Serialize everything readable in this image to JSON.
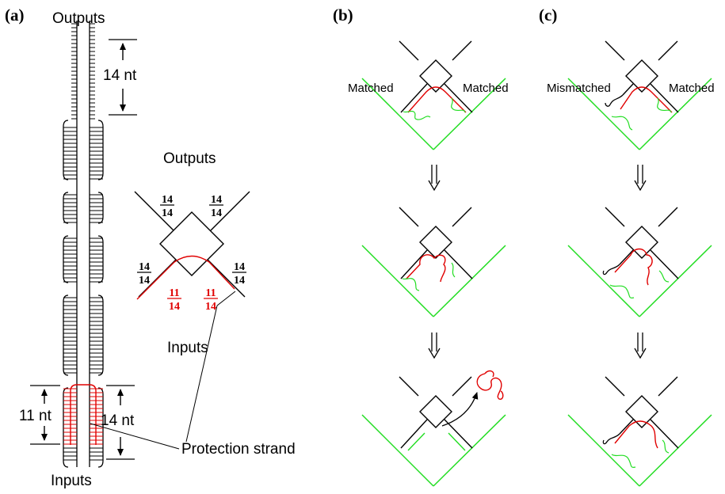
{
  "panel_a": {
    "label": "(a)",
    "outputs_label": "Outputs",
    "inputs_label": "Inputs",
    "dim_14nt_top": "14 nt",
    "dim_11nt": "11 nt",
    "dim_14nt_bottom": "14 nt",
    "protection_label": "Protection strand",
    "gate": {
      "outputs_label": "Outputs",
      "inputs_label": "Inputs",
      "fractions": {
        "top_left": {
          "num": "14",
          "den": "14"
        },
        "top_right": {
          "num": "14",
          "den": "14"
        },
        "left": {
          "num": "14",
          "den": "14"
        },
        "right": {
          "num": "14",
          "den": "14"
        },
        "inner_left": {
          "num": "11",
          "den": "14"
        },
        "inner_right": {
          "num": "11",
          "den": "14"
        }
      }
    }
  },
  "panel_b": {
    "label": "(b)",
    "left_label": "Matched",
    "right_label": "Matched"
  },
  "panel_c": {
    "label": "(c)",
    "left_label": "Mismatched",
    "right_label": "Matched"
  },
  "colors": {
    "strand": "#000000",
    "protection": "#e00000",
    "surface": "#22dd22"
  }
}
